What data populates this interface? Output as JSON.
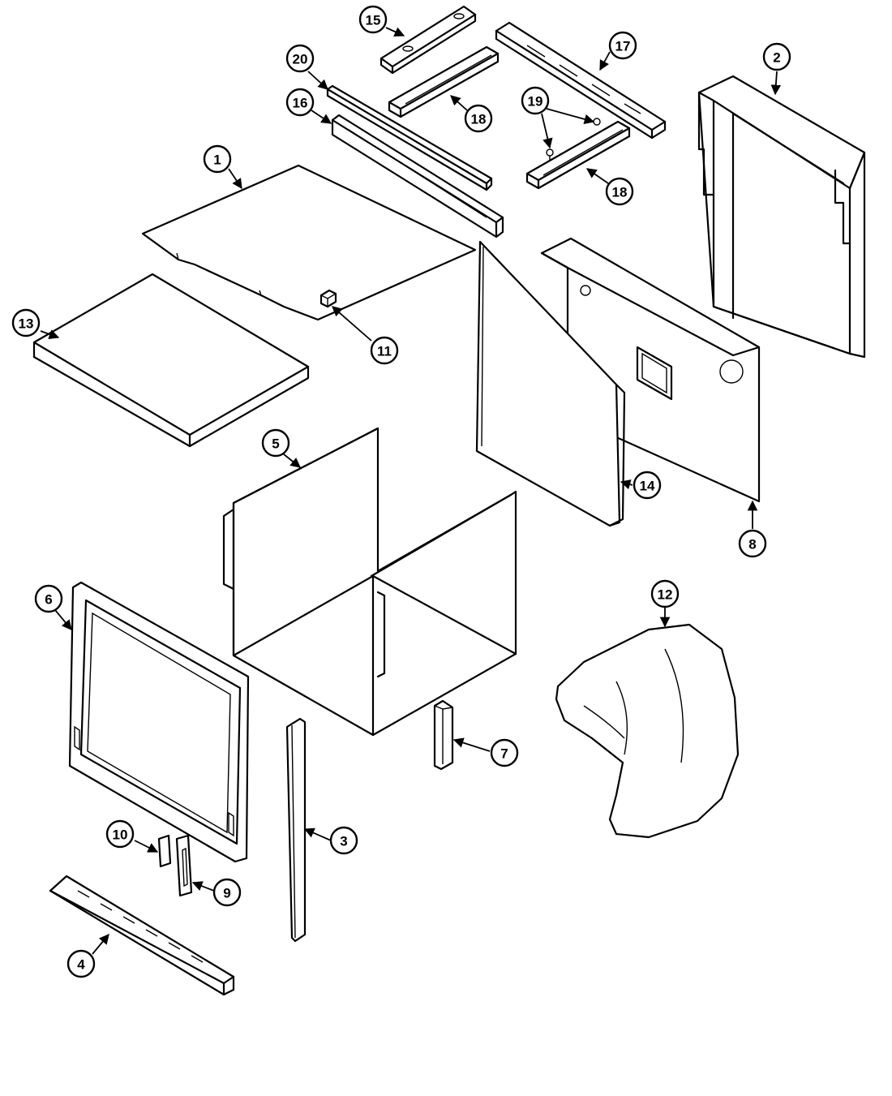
{
  "callouts": [
    {
      "id": "c1",
      "label": "1"
    },
    {
      "id": "c2",
      "label": "2"
    },
    {
      "id": "c3",
      "label": "3"
    },
    {
      "id": "c4",
      "label": "4"
    },
    {
      "id": "c5",
      "label": "5"
    },
    {
      "id": "c6",
      "label": "6"
    },
    {
      "id": "c7",
      "label": "7"
    },
    {
      "id": "c8",
      "label": "8"
    },
    {
      "id": "c9",
      "label": "9"
    },
    {
      "id": "c10",
      "label": "10"
    },
    {
      "id": "c11",
      "label": "11"
    },
    {
      "id": "c12",
      "label": "12"
    },
    {
      "id": "c13",
      "label": "13"
    },
    {
      "id": "c14",
      "label": "14"
    },
    {
      "id": "c15",
      "label": "15"
    },
    {
      "id": "c16",
      "label": "16"
    },
    {
      "id": "c17",
      "label": "17"
    },
    {
      "id": "c18a",
      "label": "18"
    },
    {
      "id": "c18b",
      "label": "18"
    },
    {
      "id": "c19",
      "label": "19"
    },
    {
      "id": "c20",
      "label": "20"
    }
  ]
}
